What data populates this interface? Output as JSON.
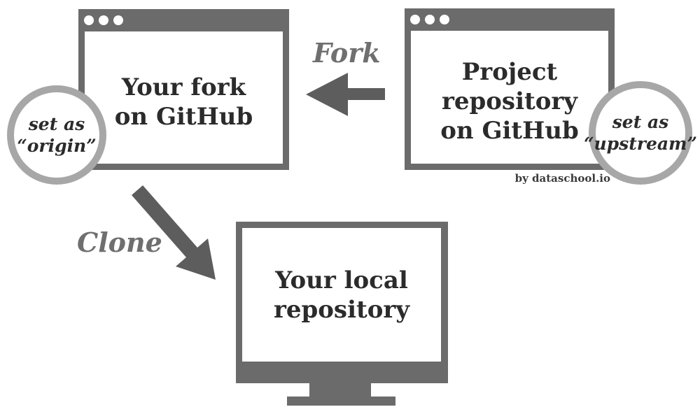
{
  "colors": {
    "frame_gray": "#6b6b6b",
    "arrow_gray": "#5d5d5d",
    "label_gray": "#6f6f6f",
    "ring_gray": "#a7a7a7",
    "text_dark": "#2b2b2b"
  },
  "windows": {
    "fork": {
      "title": "Your fork\non GitHub"
    },
    "project": {
      "title": "Project\nrepository\non GitHub"
    }
  },
  "monitor": {
    "title": "Your local\nrepository"
  },
  "badges": {
    "origin": {
      "line1": "set as",
      "line2": "“origin”"
    },
    "upstream": {
      "line1": "set as",
      "line2": "“upstream”"
    }
  },
  "labels": {
    "fork": "Fork",
    "clone": "Clone"
  },
  "credit": "by dataschool.io"
}
